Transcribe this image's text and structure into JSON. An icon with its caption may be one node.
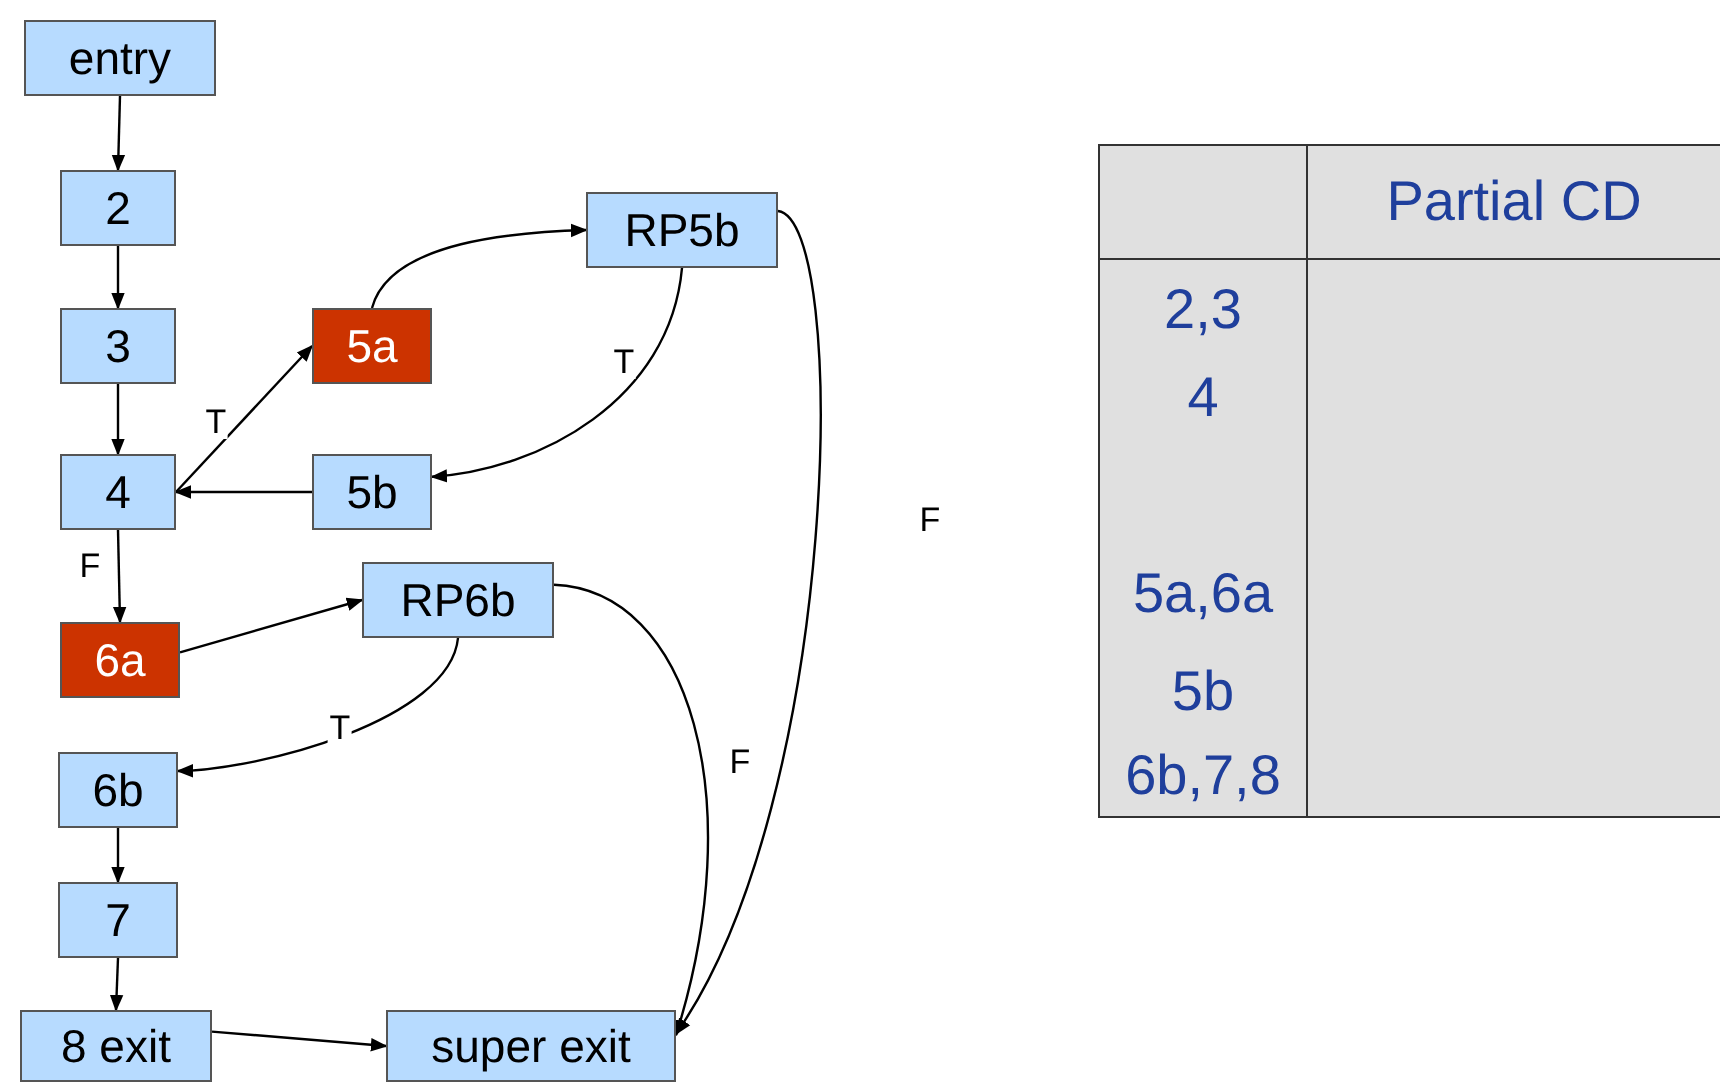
{
  "diagram": {
    "nodes": [
      {
        "text": [
          "entry"
        ]
      },
      {
        "text": [
          "2"
        ]
      },
      {
        "text": [
          "3"
        ]
      },
      {
        "text": [
          "5a"
        ]
      },
      {
        "text": [
          "RP5b"
        ]
      },
      {
        "text": [
          "4"
        ]
      },
      {
        "text": [
          "5b"
        ]
      },
      {
        "text": [
          "6a"
        ]
      },
      {
        "text": [
          "RP6b"
        ]
      },
      {
        "text": [
          "6b"
        ]
      },
      {
        "text": [
          "7"
        ]
      },
      {
        "text": [
          "8 exit"
        ]
      },
      {
        "text": [
          "super exit"
        ]
      }
    ],
    "edges": [
      {
        "from": 0,
        "to": 1,
        "arrow": "to"
      },
      {
        "from": 1,
        "to": 2,
        "arrow": "to"
      },
      {
        "from": 2,
        "to": 5,
        "arrow": "to"
      },
      {
        "from": 5,
        "to": 3,
        "arrow": "to",
        "label": "T"
      },
      {
        "from": 3,
        "to": 4,
        "arrow": "to"
      },
      {
        "from": 4,
        "to": 6,
        "arrow": "to",
        "label": "T"
      },
      {
        "from": 4,
        "to": 12,
        "arrow": "to",
        "label": "F"
      },
      {
        "from": 6,
        "to": 5,
        "arrow": "to"
      },
      {
        "from": 5,
        "to": 7,
        "arrow": "to",
        "label": "F"
      },
      {
        "from": 7,
        "to": 8,
        "arrow": "to"
      },
      {
        "from": 8,
        "to": 9,
        "arrow": "to",
        "label": "T"
      },
      {
        "from": 8,
        "to": 12,
        "arrow": "to",
        "label": "F"
      },
      {
        "from": 9,
        "to": 10,
        "arrow": "to"
      },
      {
        "from": 10,
        "to": 11,
        "arrow": "to"
      },
      {
        "from": 11,
        "to": 12,
        "arrow": "to"
      }
    ],
    "labels": [
      "Partial CD",
      "2,3",
      "4",
      "5a,6a",
      "5b",
      "6b,7,8"
    ]
  }
}
